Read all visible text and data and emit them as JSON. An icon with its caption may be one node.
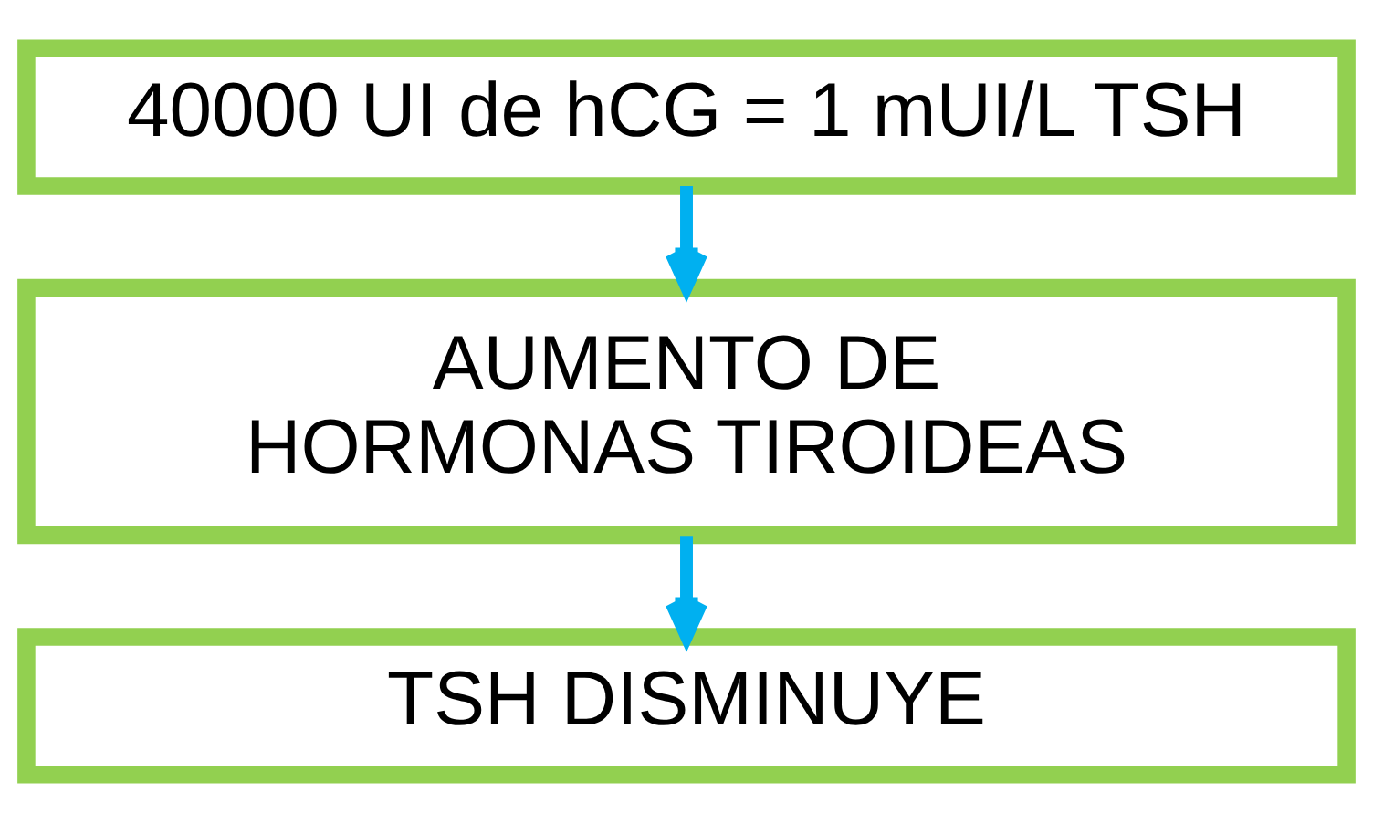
{
  "diagram": {
    "nodes": [
      {
        "text": [
          "40000 UI de hCG = 1 mUI/L TSH"
        ]
      },
      {
        "text": [
          "AUMENTO DE HORMONAS TIROIDEAS"
        ]
      },
      {
        "text": [
          "TSH DISMINUYE"
        ]
      }
    ],
    "edges": [
      {
        "from": 0,
        "to": 1,
        "arrow": "to"
      },
      {
        "from": 1,
        "to": 2,
        "arrow": "to"
      }
    ]
  }
}
